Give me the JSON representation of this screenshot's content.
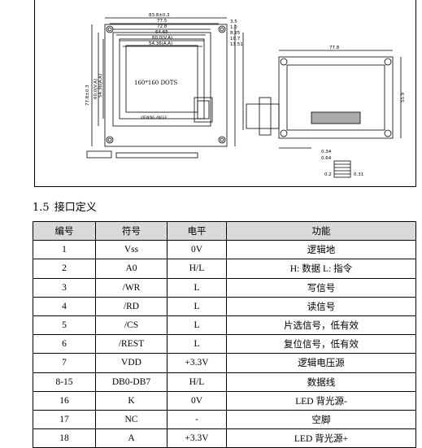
{
  "drawing": {
    "dots_label": "160*160 DOTS",
    "viewing_angle": "VIEWING ANGLE",
    "top_dims": [
      "83.8±0.3",
      "77.5",
      "72.8",
      "64.65",
      "60.0(V.A)",
      "54.36(A.A)"
    ],
    "right_dims": [
      "3.5",
      "1.0",
      "8.25",
      "10.7",
      "13.51"
    ],
    "side_width": "77.8",
    "side_height": "55.9",
    "left_dims": [
      "77.8±0.3",
      "60.0(V.A)",
      "54.36(A.A)"
    ],
    "small_dims": [
      "0.34",
      "0.64",
      "0.2",
      "0.31"
    ]
  },
  "section": {
    "number": "1.5",
    "title": "接口定义"
  },
  "table": {
    "headers": [
      "编号",
      "符号",
      "电平",
      "功能"
    ],
    "rows": [
      {
        "no": "1",
        "sym": "Vss",
        "level": "0V",
        "func": "逻辑地"
      },
      {
        "no": "2",
        "sym": "A0",
        "level": "H/L",
        "func": "H:  数据    L:  指令"
      },
      {
        "no": "3",
        "sym": "/WR",
        "level": "L",
        "func": "写信号"
      },
      {
        "no": "4",
        "sym": "/RD",
        "level": "L",
        "func": "读信号"
      },
      {
        "no": "5",
        "sym": "/CS",
        "level": "L",
        "func": "片选信号，低有效"
      },
      {
        "no": "6",
        "sym": "/REST",
        "level": "L",
        "func": "复位信号，低有效"
      },
      {
        "no": "7",
        "sym": "VDD",
        "level": "+3.3V",
        "func": "逻辑电压源"
      },
      {
        "no": "8-15",
        "sym": "DB0-DB7",
        "level": "H/L",
        "func": "数据线"
      },
      {
        "no": "16",
        "sym": "K",
        "level": "0V",
        "func": "LED  背光源-"
      },
      {
        "no": "17",
        "sym": "NC",
        "level": "-",
        "func": "空脚"
      },
      {
        "no": "18",
        "sym": "A",
        "level": "+3.3V",
        "func": "LED  背光源+"
      }
    ]
  }
}
